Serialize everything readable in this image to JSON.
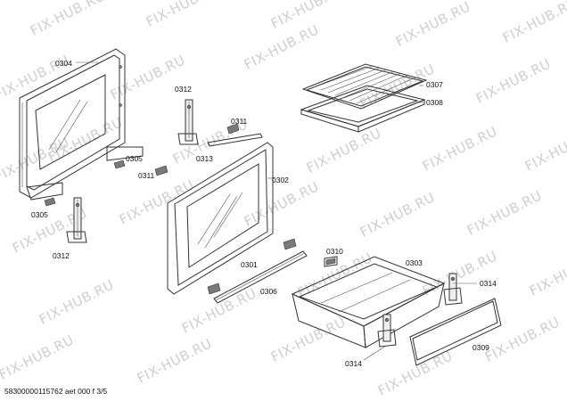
{
  "watermark_text": "FIX-HUB.RU",
  "footer_text": "58300000115762 aet 000 f 3/5",
  "part_labels": {
    "l0304": "0304",
    "l0312a": "0312",
    "l0311a": "0311",
    "l0307": "0307",
    "l0308": "0308",
    "l0305a": "0305",
    "l0313": "0313",
    "l0311b": "0311",
    "l0302": "0302",
    "l0305b": "0305",
    "l0312b": "0312",
    "l0310": "0310",
    "l0303": "0303",
    "l0301": "0301",
    "l0314a": "0314",
    "l0306": "0306",
    "l0309": "0309",
    "l0314b": "0314"
  }
}
